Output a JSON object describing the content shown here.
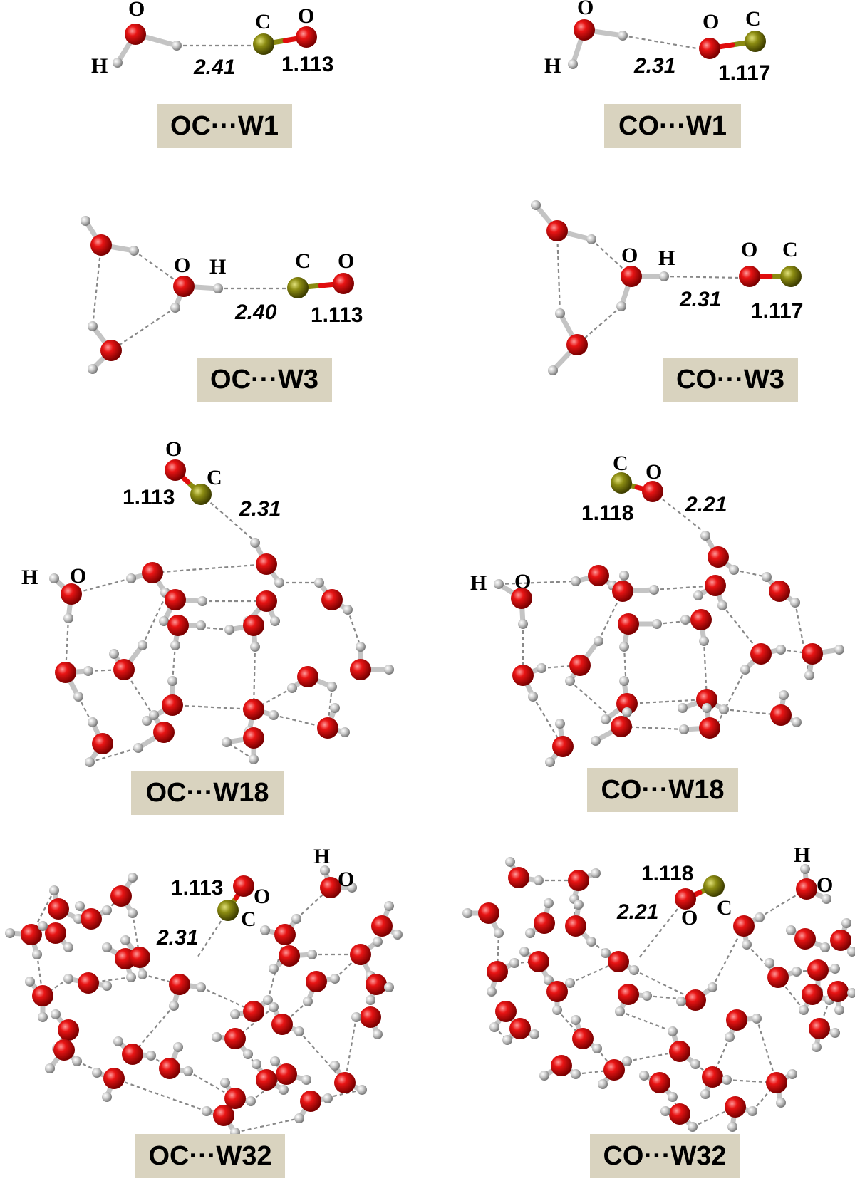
{
  "colors": {
    "oxygen": "#e00d0d",
    "carbon": "#8a8a10",
    "hydrogen": "#c4c4c4",
    "caption_bg": "#d9d3bf",
    "hbond": "#888888"
  },
  "atom_labels": {
    "O": "O",
    "C": "C",
    "H": "H"
  },
  "panels": [
    {
      "id": "oc-w1",
      "caption": "OC···W1",
      "co_bond": "1.113",
      "hbond": "2.41"
    },
    {
      "id": "co-w1",
      "caption": "CO···W1",
      "co_bond": "1.117",
      "hbond": "2.31"
    },
    {
      "id": "oc-w3",
      "caption": "OC···W3",
      "co_bond": "1.113",
      "hbond": "2.40"
    },
    {
      "id": "co-w3",
      "caption": "CO···W3",
      "co_bond": "1.117",
      "hbond": "2.31"
    },
    {
      "id": "oc-w18",
      "caption": "OC···W18",
      "co_bond": "1.113",
      "hbond": "2.31"
    },
    {
      "id": "co-w18",
      "caption": "CO···W18",
      "co_bond": "1.118",
      "hbond": "2.21"
    },
    {
      "id": "oc-w32",
      "caption": "OC···W32",
      "co_bond": "1.113",
      "hbond": "2.31"
    },
    {
      "id": "co-w32",
      "caption": "CO···W32",
      "co_bond": "1.118",
      "hbond": "2.21"
    }
  ]
}
